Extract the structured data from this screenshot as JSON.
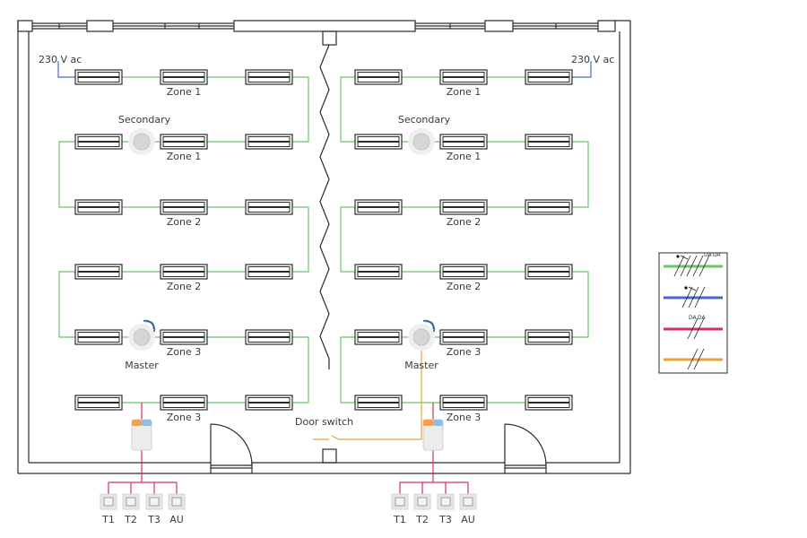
{
  "diagram": {
    "title": "",
    "colors": {
      "wall": "#2b2b2b",
      "bus_green": "#6cc46a",
      "mains_blue": "#4a68c6",
      "switch_red": "#d2315a",
      "door_switch_orange": "#e8a23a"
    },
    "supply_labels": {
      "left": "230 V ac",
      "right": "230 V ac"
    },
    "rooms": [
      {
        "side": "left",
        "rows": [
          {
            "zone": "Zone 1",
            "sensor": null
          },
          {
            "zone": "Zone 1",
            "sensor": "Secondary"
          },
          {
            "zone": "Zone 2",
            "sensor": null
          },
          {
            "zone": "Zone 2",
            "sensor": null
          },
          {
            "zone": "Zone 3",
            "sensor": "Master"
          },
          {
            "zone": "Zone 3",
            "sensor": null
          }
        ],
        "switches": [
          "T1",
          "T2",
          "T3",
          "AU"
        ]
      },
      {
        "side": "right",
        "rows": [
          {
            "zone": "Zone 1",
            "sensor": null
          },
          {
            "zone": "Zone 1",
            "sensor": "Secondary"
          },
          {
            "zone": "Zone 2",
            "sensor": null
          },
          {
            "zone": "Zone 2",
            "sensor": null
          },
          {
            "zone": "Zone 3",
            "sensor": "Master"
          },
          {
            "zone": "Zone 3",
            "sensor": null
          }
        ],
        "switches": [
          "T1",
          "T2",
          "T3",
          "AU"
        ]
      }
    ],
    "door_switch_label": "Door switch",
    "legend": {
      "items": [
        {
          "color": "green",
          "marks": "5 conductors (L, N, PE, DA, DA)",
          "labels": [
            "DA",
            "DA"
          ]
        },
        {
          "color": "blue",
          "marks": "3 conductors (L, N, PE)",
          "labels": []
        },
        {
          "color": "red",
          "marks": "2 conductors (DA, DA)",
          "labels": [
            "DA",
            "DA"
          ]
        },
        {
          "color": "orange",
          "marks": "2 conductors",
          "labels": []
        }
      ]
    }
  }
}
